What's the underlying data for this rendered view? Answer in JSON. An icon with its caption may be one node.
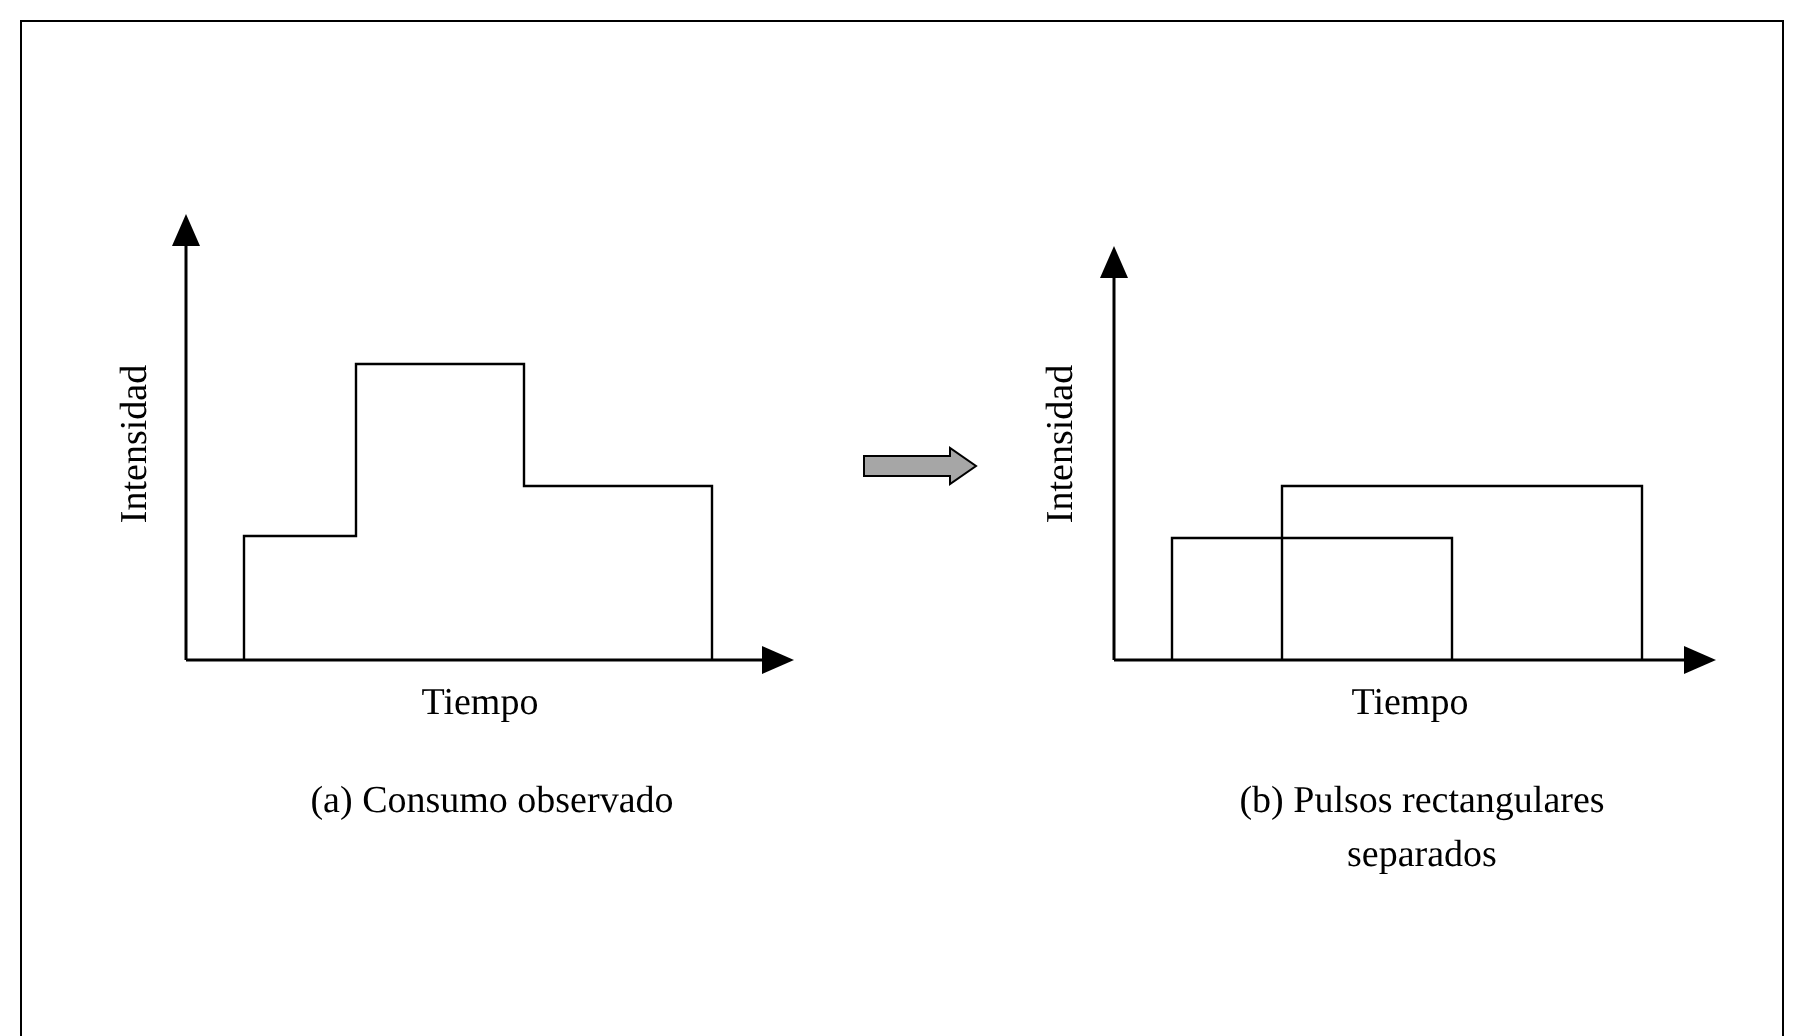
{
  "diagram": {
    "nodes": [
      {
        "text": [
          "Intensidad",
          "Tiempo",
          "(a) Consumo observado"
        ]
      },
      {
        "text": [
          "Intensidad",
          "Tiempo",
          "(b) Pulsos rectangulares separados"
        ]
      }
    ],
    "edges": [
      {
        "from": 0,
        "to": 1,
        "arrow": "to"
      }
    ]
  }
}
